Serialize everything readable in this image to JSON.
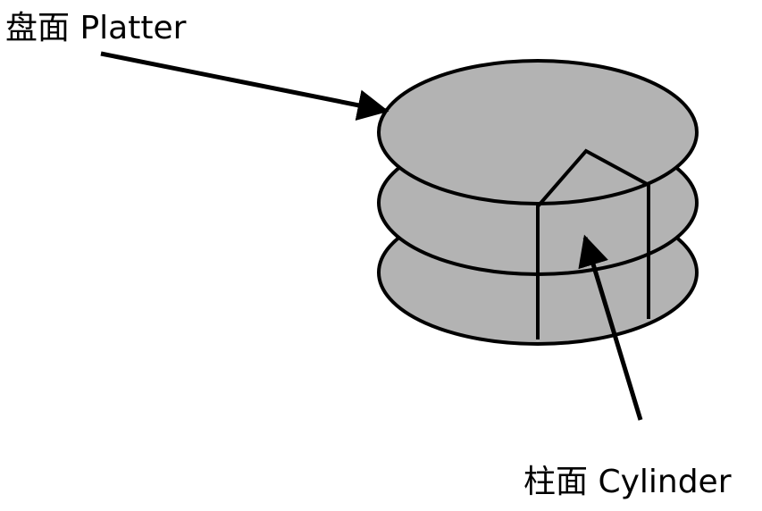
{
  "labels": {
    "platter": "盘面 Platter",
    "cylinder": "柱面 Cylinder"
  },
  "colors": {
    "platter_fill": "#b3b3b3",
    "stroke": "#000000",
    "background": "#ffffff"
  },
  "diagram": {
    "platter_count": 3
  }
}
